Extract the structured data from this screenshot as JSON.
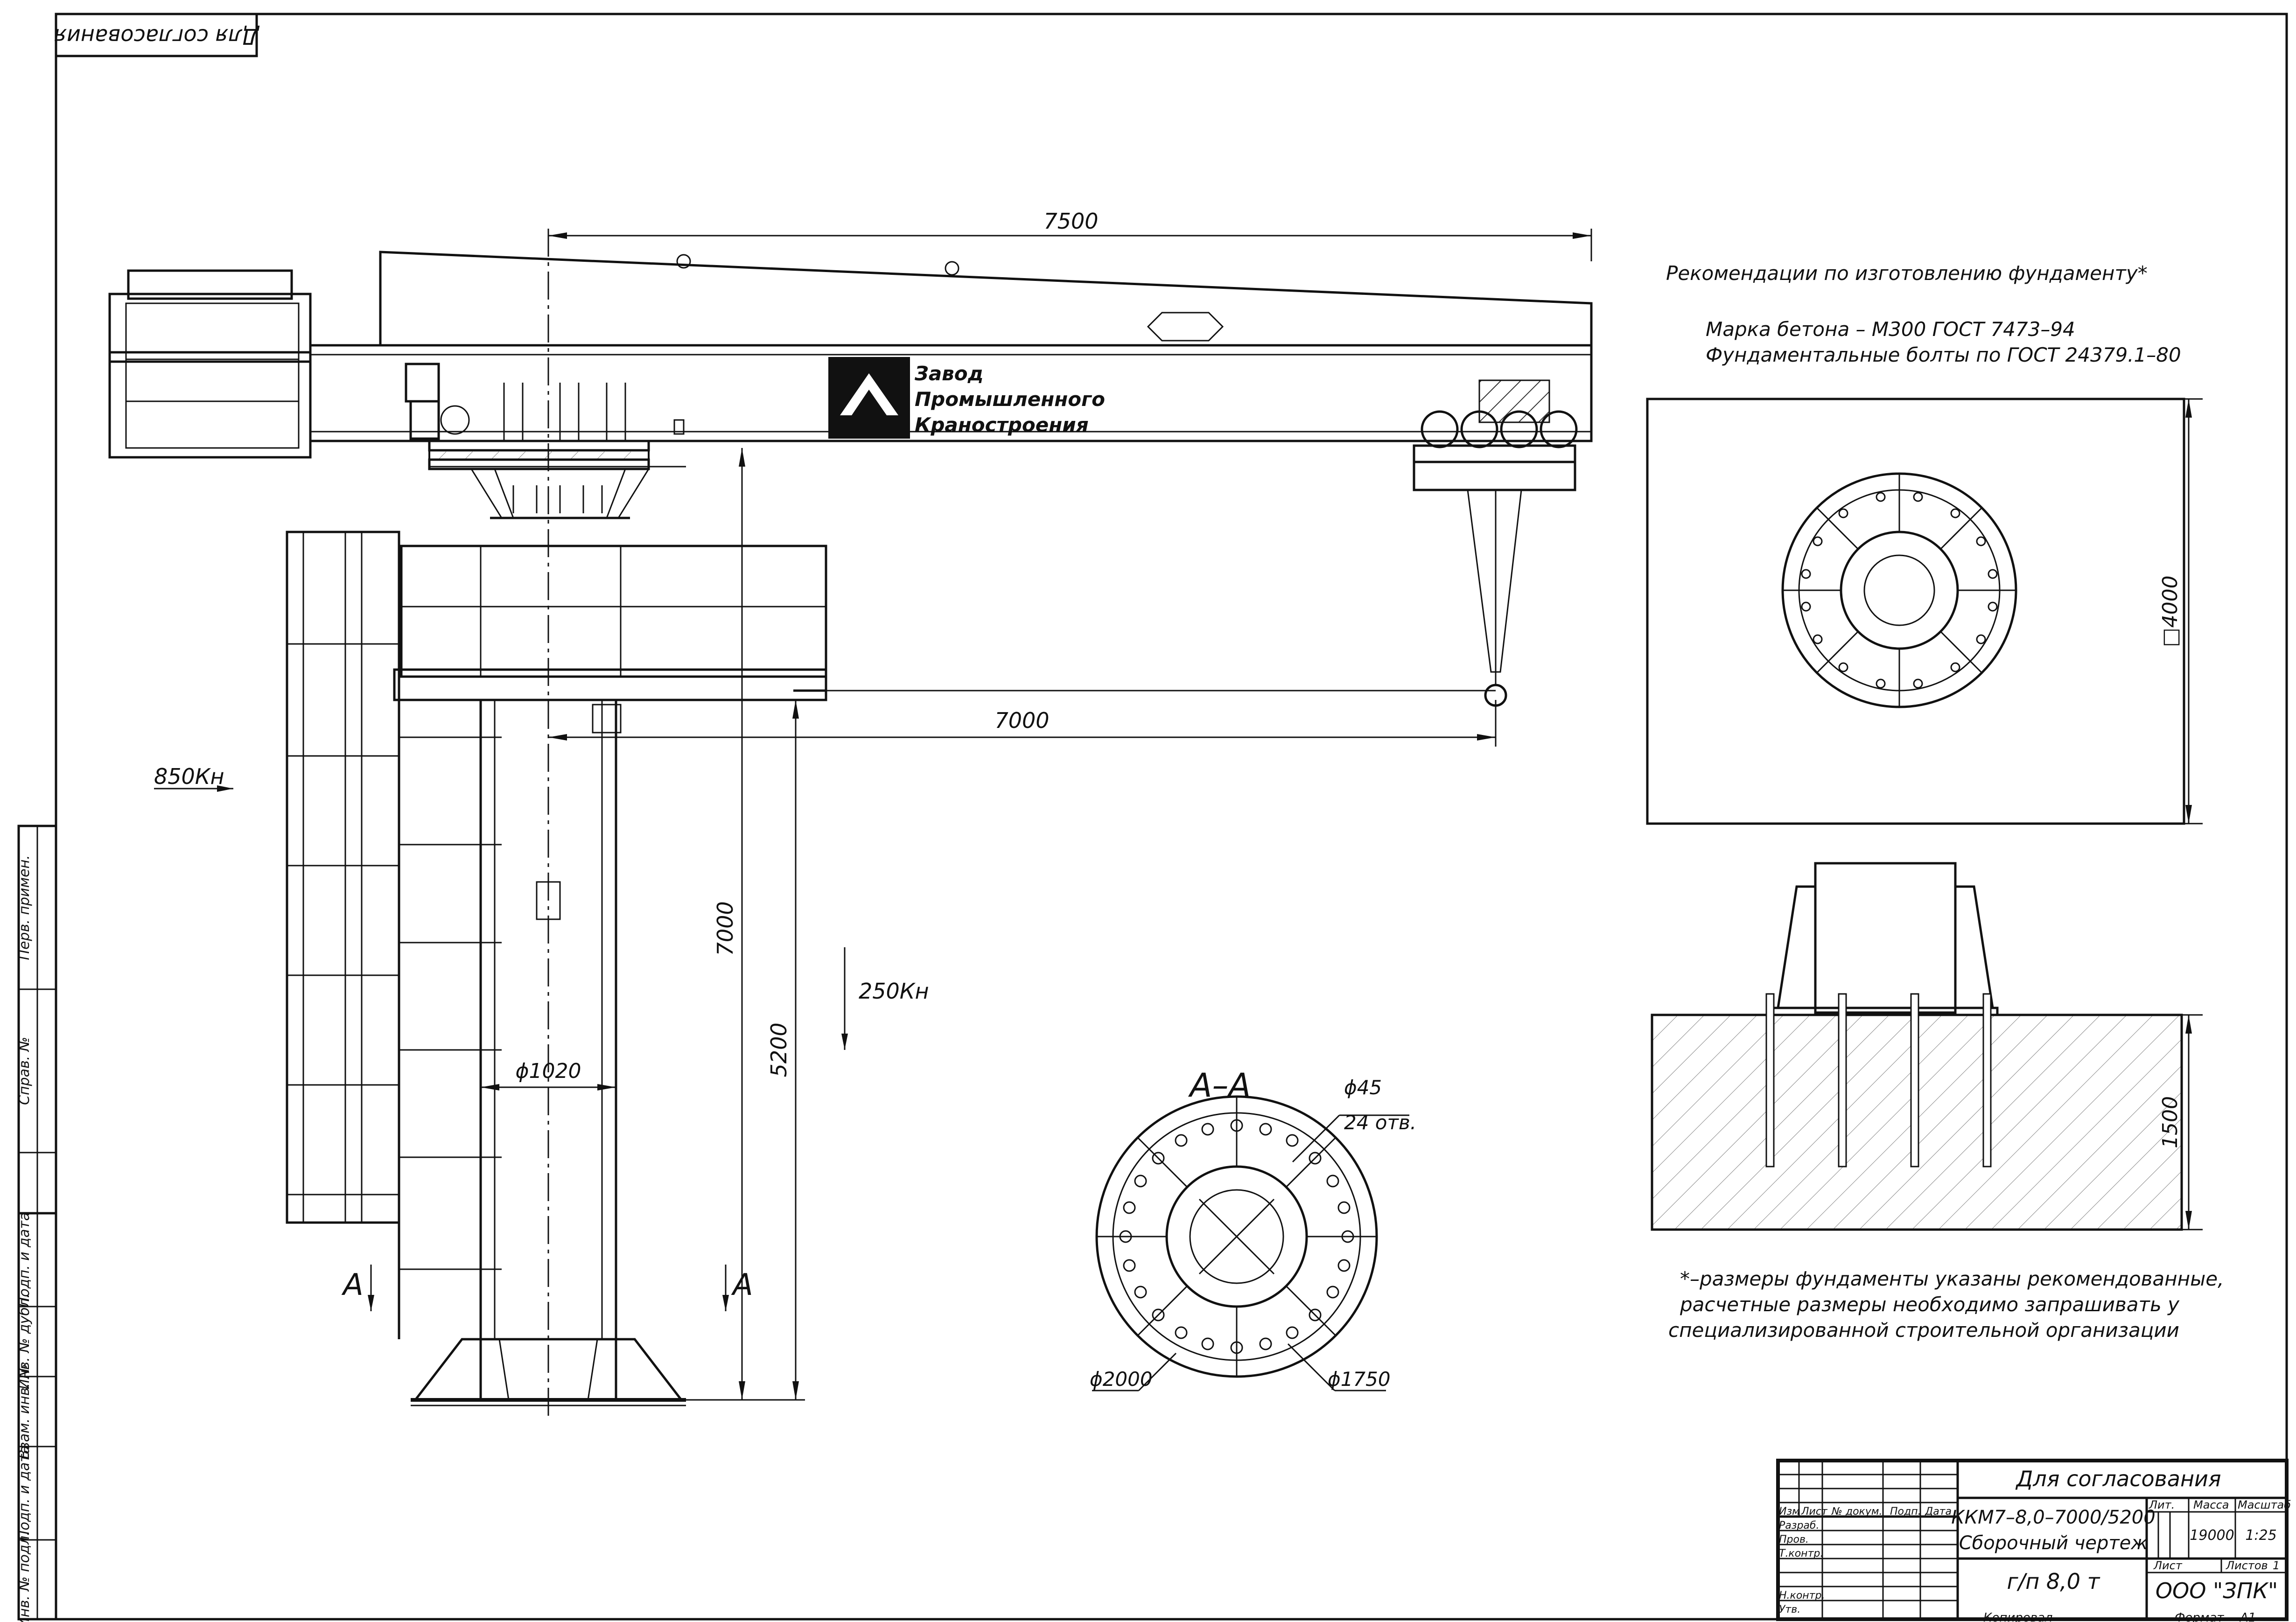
{
  "top_stamp": "Для согласования",
  "logo": {
    "line1": "Завод",
    "line2": "Промышленного",
    "line3": "Краностроения"
  },
  "dimensions": {
    "boom_length": "7500",
    "outreach": "7000",
    "total_height": "7000",
    "hook_height": "5200",
    "column_diameter": "ϕ1020",
    "foundation_side": "□4000",
    "foundation_depth": "1500"
  },
  "loads": {
    "horizontal": "850Кн",
    "vertical": "250Кн"
  },
  "section": {
    "title": "А–А",
    "marker": "А",
    "bolt_hole": "ϕ45",
    "bolt_count": "24 отв.",
    "outer_diameter": "ϕ2000",
    "bolt_circle": "ϕ1750"
  },
  "foundation": {
    "heading": "Рекомендации по изготовлению фундаменту*",
    "concrete": "Марка бетона – М300 ГОСТ 7473–94",
    "bolts": "Фундаментальные болты по ГОСТ 24379.1–80",
    "note_line1": "*–размеры фундаменты указаны рекомендованные,",
    "note_line2": "расчетные размеры необходимо запрашивать у",
    "note_line3": "специализированной строительной организации"
  },
  "title_block": {
    "status": "Для согласования",
    "designation": "ККМ7–8,0–7000/5200",
    "doc_name": "Сборочный чертеж",
    "capacity": "г/п 8,0 т",
    "company": "ООО \"ЗПК\"",
    "head_izm": "Изм",
    "head_list": "Лист",
    "head_doc": "№ докум.",
    "head_sign": "Подп.",
    "head_date": "Дата",
    "role_razrab": "Разраб.",
    "role_prov": "Пров.",
    "role_tkontr": "Т.контр.",
    "role_nkontr": "Н.контр.",
    "role_utv": "Утв.",
    "lit_label": "Лит.",
    "mass_label": "Масса",
    "scale_label": "Масштаб",
    "mass": "19000",
    "scale": "1:25",
    "sheet_label": "Лист",
    "sheets_label": "Листов",
    "sheets_count": "1",
    "copied_label": "Копировал",
    "format_label": "Формат",
    "format": "А1"
  },
  "side_stamps": [
    "Перв. примен.",
    "Справ. №",
    "Подп. и дата",
    "Инв. № дубл.",
    "Взам. инв. №",
    "Подп. и дата",
    "Инв. № подл."
  ]
}
